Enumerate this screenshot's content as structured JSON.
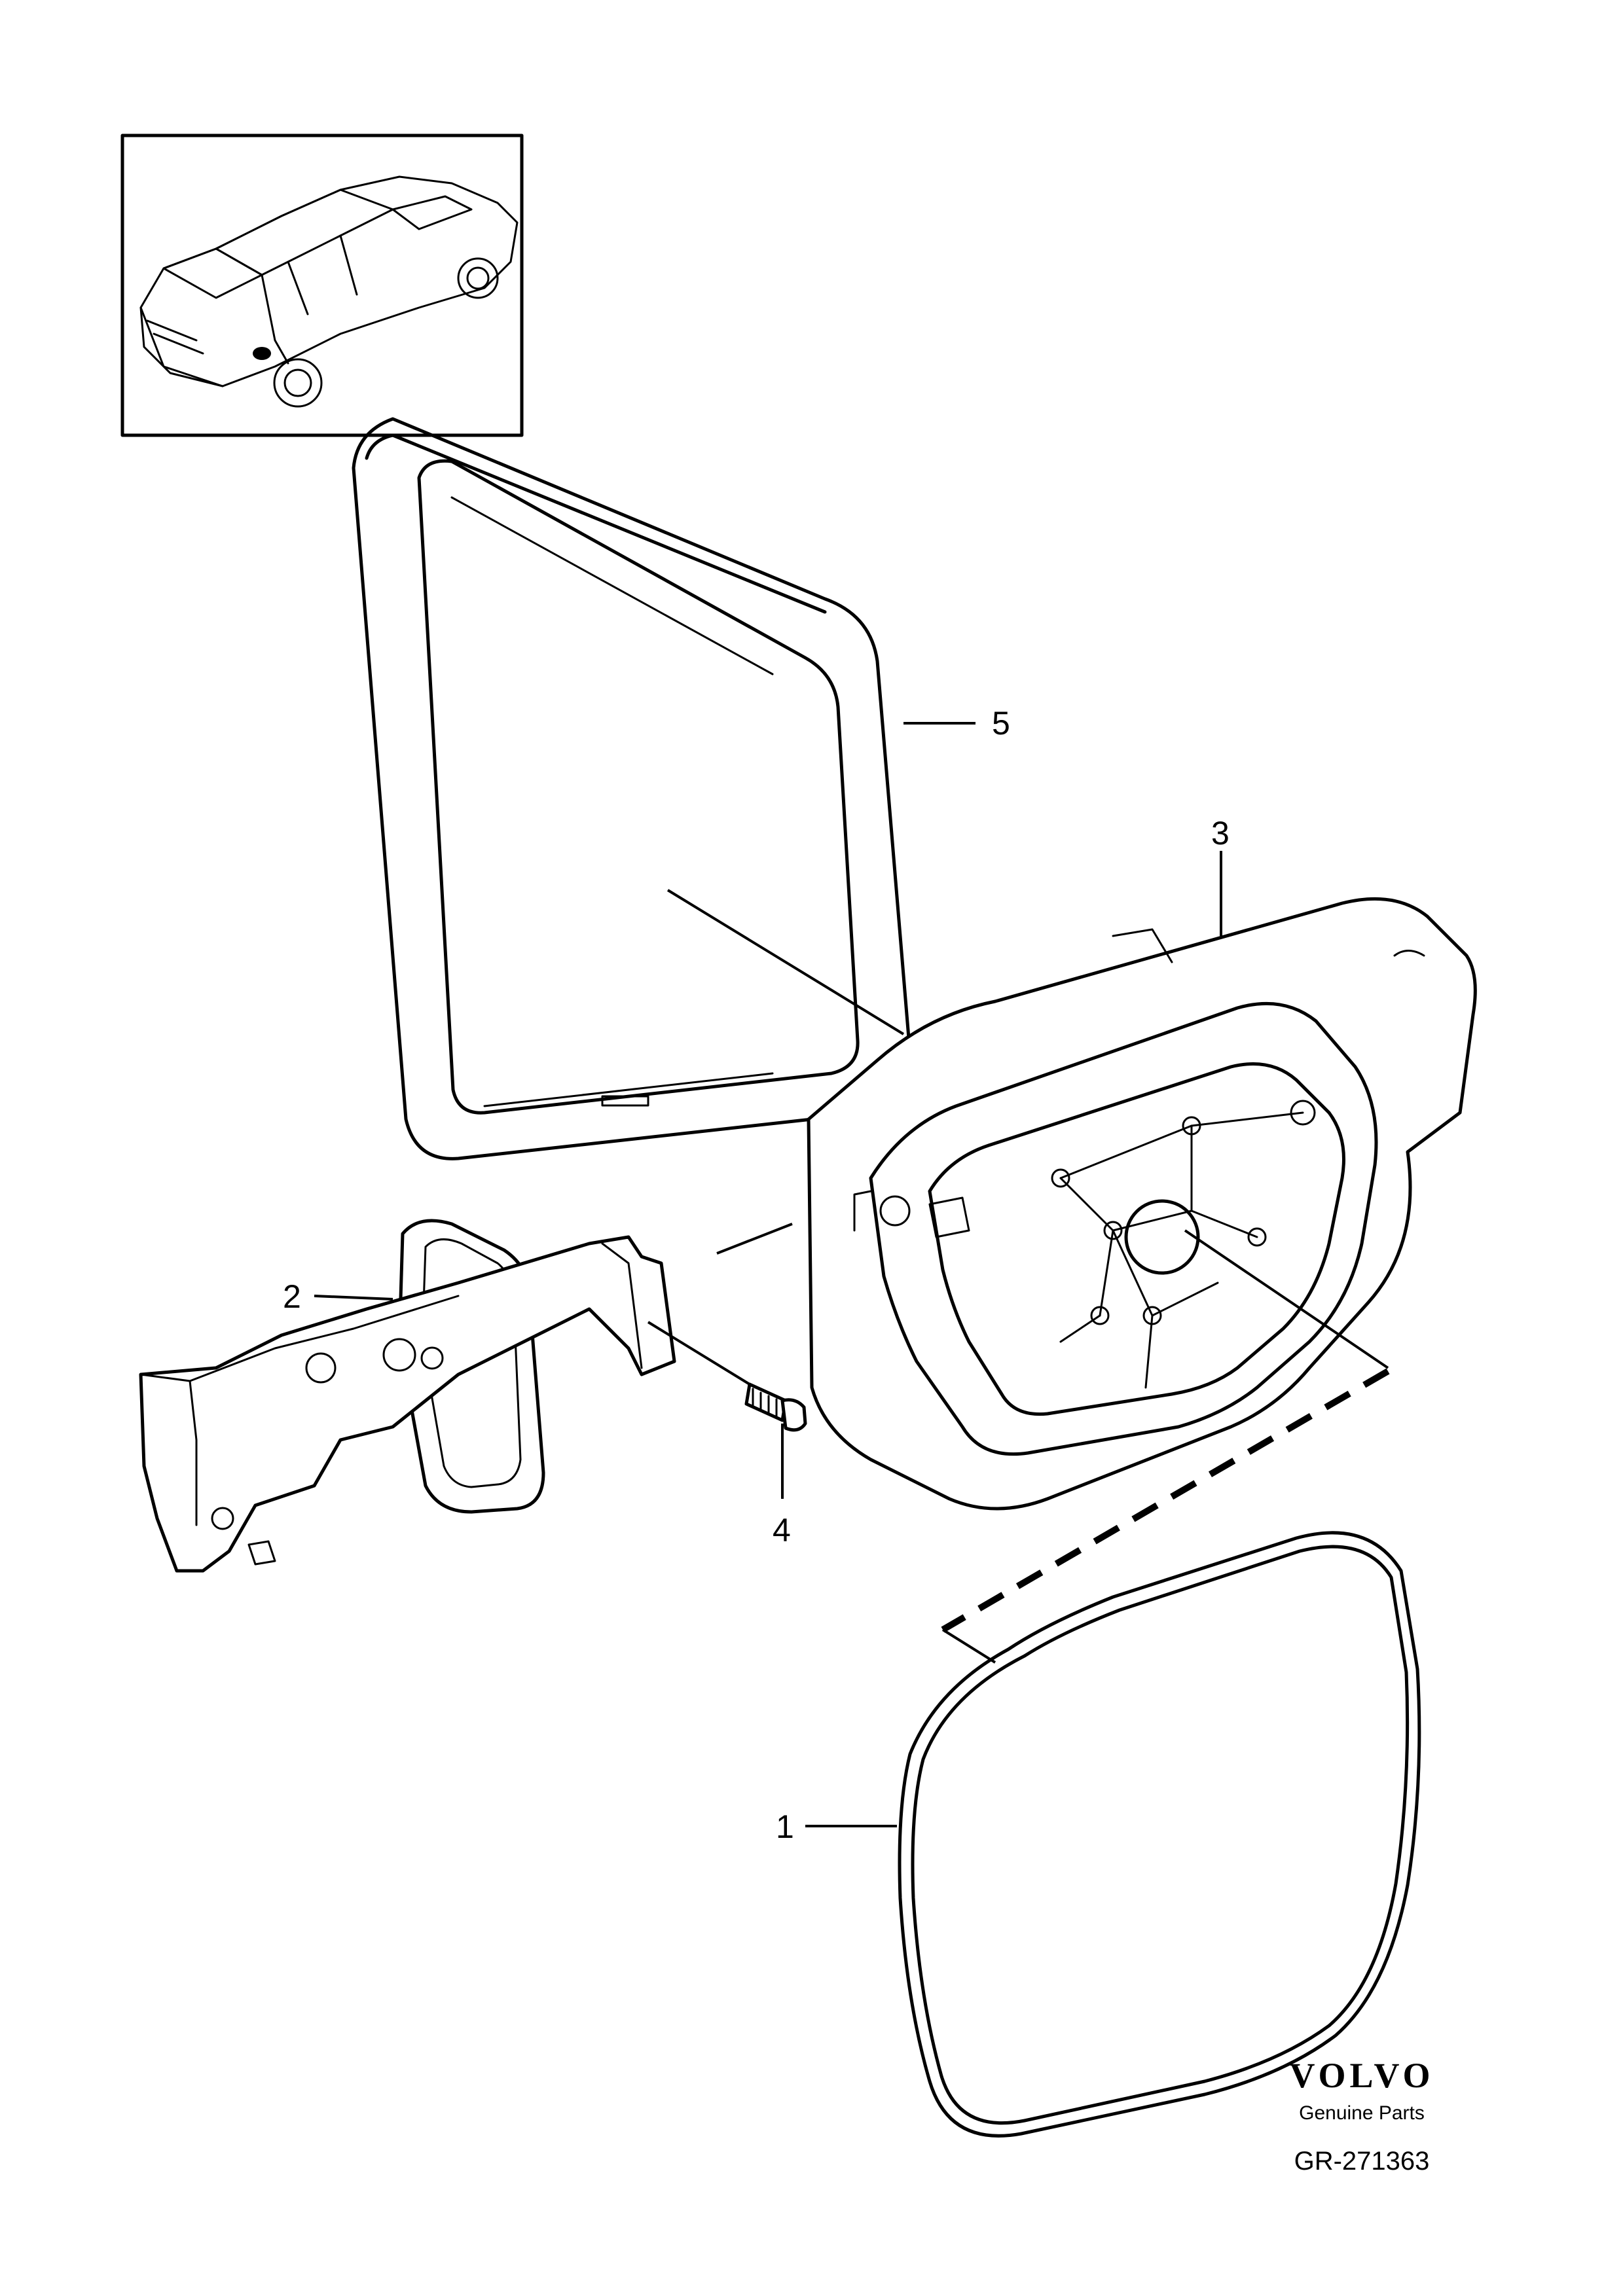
{
  "diagram": {
    "callouts": [
      {
        "id": "1",
        "label": "1"
      },
      {
        "id": "2",
        "label": "2"
      },
      {
        "id": "3",
        "label": "3"
      },
      {
        "id": "4",
        "label": "4"
      },
      {
        "id": "5",
        "label": "5"
      }
    ]
  },
  "brand": {
    "logo": "VOLVO",
    "subtitle": "Genuine Parts",
    "reference": "GR-271363"
  },
  "icons": {
    "vehicle_thumbnail": "station-wagon-rear-view-icon"
  }
}
